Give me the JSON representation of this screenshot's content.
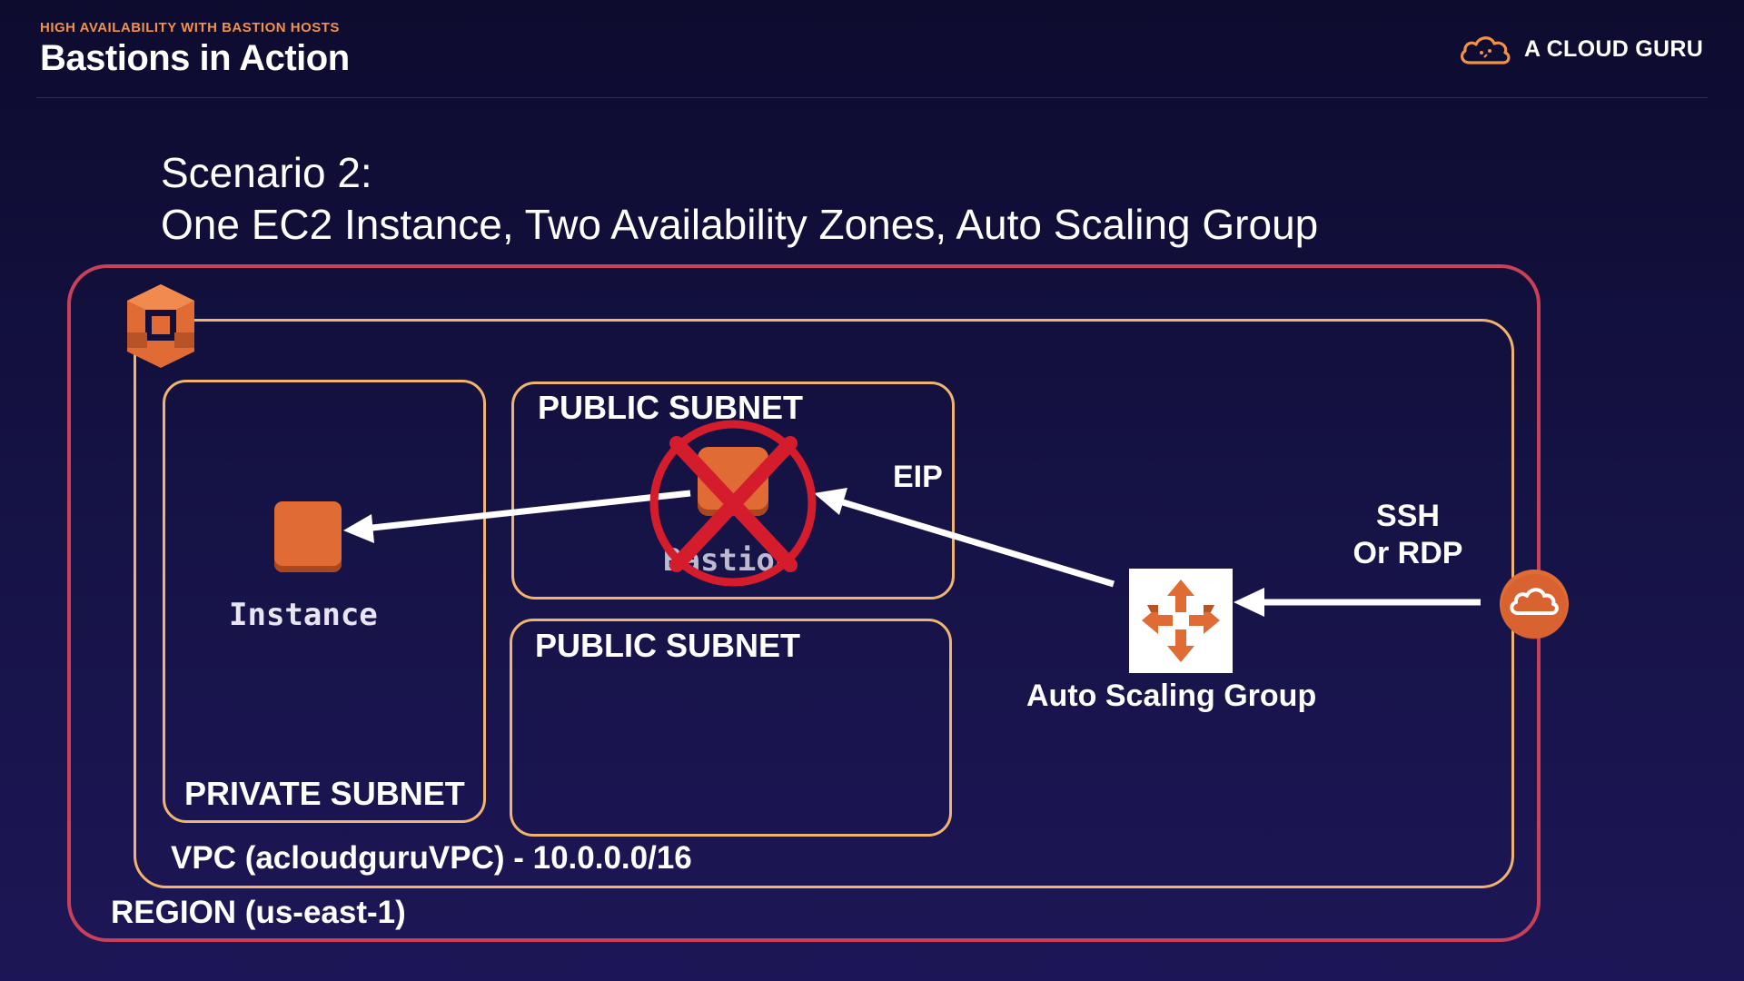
{
  "header": {
    "eyebrow": "HIGH AVAILABILITY WITH BASTION HOSTS",
    "title": "Bastions in Action",
    "brand": "A CLOUD GURU"
  },
  "scenario": {
    "line1": "Scenario 2:",
    "line2": "One EC2 Instance, Two Availability Zones, Auto Scaling Group"
  },
  "diagram": {
    "region_label": "REGION (us-east-1)",
    "vpc_label": "VPC (acloudguruVPC) - 10.0.0.0/16",
    "private_subnet_label": "PRIVATE SUBNET",
    "public_subnet_a_label": "PUBLIC SUBNET",
    "public_subnet_b_label": "PUBLIC SUBNET",
    "instance_label": "Instance",
    "bastion_label": "Bastion",
    "eip_label": "EIP",
    "ssh_label_line1": "SSH",
    "ssh_label_line2": "Or RDP",
    "asg_label": "Auto Scaling Group"
  },
  "colors": {
    "background": "#120f3a",
    "region_border": "#c9405a",
    "subnet_border": "#f0b46e",
    "aws_orange": "#e06b35",
    "eyebrow_orange": "#f29147",
    "cross_red": "#d41c2c"
  },
  "icons": {
    "brand": "cloud-logo-icon",
    "vpc": "vpc-icon",
    "instance": "ec2-instance-icon",
    "bastion": "ec2-instance-icon",
    "asg": "auto-scaling-icon",
    "internet": "internet-cloud-icon",
    "failure": "red-x-icon"
  }
}
